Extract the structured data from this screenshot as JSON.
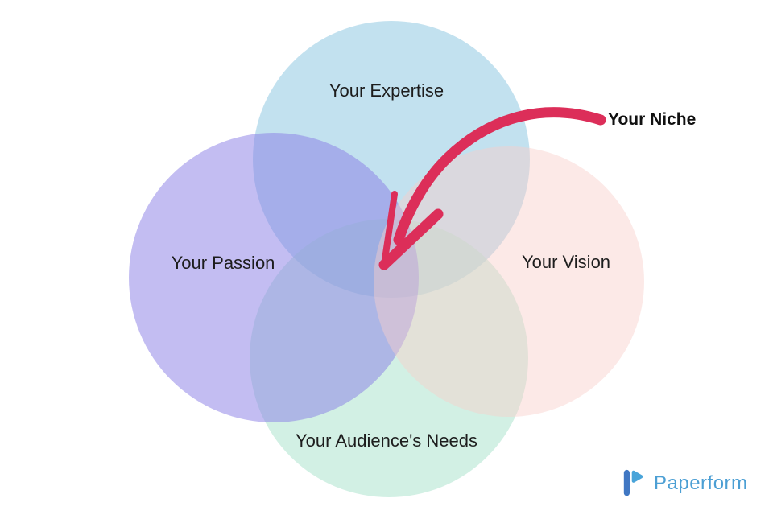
{
  "diagram": {
    "circles": [
      {
        "name": "expertise",
        "label": "Your Expertise",
        "color": "rgba(133,195,223,0.5)"
      },
      {
        "name": "passion",
        "label": "Your Passion",
        "color": "rgba(135,123,229,0.5)"
      },
      {
        "name": "vision",
        "label": "Your Vision",
        "color": "rgba(249,207,202,0.45)"
      },
      {
        "name": "audience",
        "label": "Your Audience's Needs",
        "color": "rgba(165,225,201,0.5)"
      }
    ],
    "annotation": {
      "label": "Your Niche",
      "arrow_color": "#dc2e59",
      "text_color": "#111111"
    },
    "label_color": "#1d1d1d",
    "background": "#ffffff"
  },
  "branding": {
    "logo_text": "Paperform",
    "text_color": "#4c9fd4",
    "mark_bar_color": "#4077c3",
    "mark_flag_color": "#49a4d9"
  }
}
